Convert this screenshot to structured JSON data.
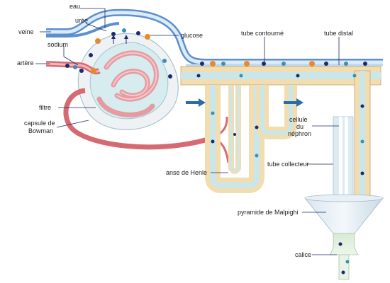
{
  "labels": {
    "eau": "eau",
    "veine": "veine",
    "uree": "urée",
    "glucose": "glucose",
    "tube_contourne": "tube contourné",
    "tube_distal": "tube distal",
    "sodium": "sodium",
    "artere": "artère",
    "filtre": "filtre",
    "capsule_line1": "capsule de",
    "capsule_line2": "Bowman",
    "cellule_line1": "cellule",
    "cellule_line2": "du",
    "cellule_line3": "néphron",
    "anse": "anse de Henle",
    "tube_collecteur": "tube collecteur",
    "pyramide": "pyramide de Malpighi",
    "calice": "calice"
  },
  "colors": {
    "vein": "#5b8fd0",
    "artery": "#e0848a",
    "tubule": "#c9e6ea",
    "cells": "#f2ddb0",
    "water_dot": "#1b2a6b",
    "urea_dot": "#3a8fb4",
    "sodium_dot": "#e88a2a",
    "flow_arrow": "#2a6ca8"
  },
  "icons": {
    "flow_arrow_1": "right-arrow-icon",
    "flow_arrow_2": "right-arrow-icon"
  }
}
